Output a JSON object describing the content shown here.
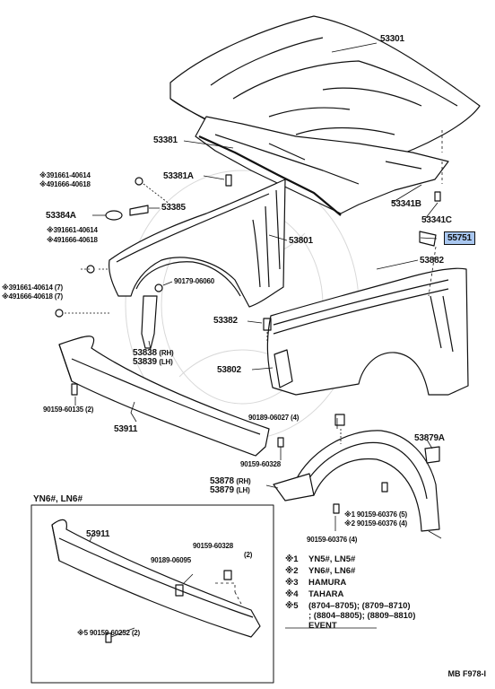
{
  "labels": {
    "hood": "53301",
    "hood_seal": "53381",
    "clip_53381a": "53381A",
    "hood_insulator": "53341B",
    "clip_53341c": "53341C",
    "pad_55751": "55751",
    "bolt_91661_1": "※3|91661-40614",
    "bolt_91666_1": "※4|91666-40618",
    "part_53384a": "53384A",
    "part_53385": "53385",
    "bolt_91661_2": "※3|91661-40614",
    "bolt_91666_2": "※4|91666-40618",
    "bolt_91661_3": "※3|91661-40614 (7)",
    "bolt_91666_3": "※4|91666-40618 (7)",
    "fender_rh": "53801",
    "clip_90179": "90179-06060",
    "fender_lh": "53882",
    "part_53382": "53382",
    "bracket_rh": "53838",
    "bracket_rh_side": "(RH)",
    "bracket_lh": "53839",
    "bracket_lh_side": "(LH)",
    "fender_53802": "53802",
    "screw_90159_60135": "90159-60135 (2)",
    "valance": "53911",
    "clip_90189_06027": "90189-06027 (4)",
    "part_53879a": "53879A",
    "screw_90159_60328": "90159-60328",
    "liner_rh": "53878",
    "liner_rh_side": "(RH)",
    "liner_lh": "53879",
    "liner_lh_side": "(LH)",
    "screw_a": "※1 90159-60376 (5)",
    "screw_b": "※2 90159-60376 (4)",
    "screw_c": "90159-60376 (4)"
  },
  "inset": {
    "title": "YN6#, LN6#",
    "valance": "53911",
    "screw_top": "90159-60328",
    "screw_top_qty": "(2)",
    "clip": "90189-06095",
    "screw_bottom": "※5 90159-60252 (2)"
  },
  "legend": [
    {
      "mark": "※1",
      "text": "YN5#, LN5#"
    },
    {
      "mark": "※2",
      "text": "YN6#, LN6#"
    },
    {
      "mark": "※3",
      "text": "HAMURA"
    },
    {
      "mark": "※4",
      "text": "TAHARA"
    },
    {
      "mark": "※5",
      "text": "(8704–8705); (8709–8710)"
    },
    {
      "mark": "",
      "text": "; (8804–8805); (8809–8810)"
    },
    {
      "mark": "",
      "text": "EVENT"
    }
  ],
  "footer": "MB F978-I"
}
